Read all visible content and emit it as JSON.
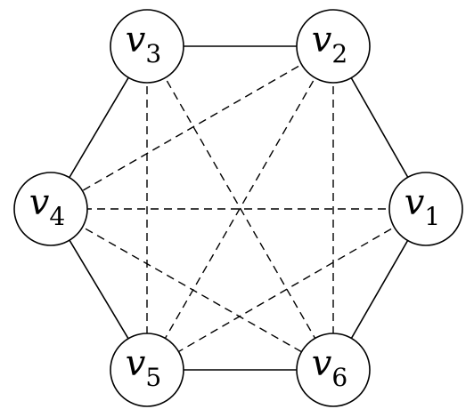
{
  "graph": {
    "nodes": [
      {
        "id": "v1",
        "letter": "v",
        "sub": "1"
      },
      {
        "id": "v2",
        "letter": "v",
        "sub": "2"
      },
      {
        "id": "v3",
        "letter": "v",
        "sub": "3"
      },
      {
        "id": "v4",
        "letter": "v",
        "sub": "4"
      },
      {
        "id": "v5",
        "letter": "v",
        "sub": "5"
      },
      {
        "id": "v6",
        "letter": "v",
        "sub": "6"
      }
    ],
    "edges": [
      {
        "from": "v1",
        "to": "v2",
        "style": "solid"
      },
      {
        "from": "v2",
        "to": "v3",
        "style": "solid"
      },
      {
        "from": "v3",
        "to": "v4",
        "style": "solid"
      },
      {
        "from": "v4",
        "to": "v5",
        "style": "solid"
      },
      {
        "from": "v5",
        "to": "v6",
        "style": "solid"
      },
      {
        "from": "v6",
        "to": "v1",
        "style": "solid"
      },
      {
        "from": "v1",
        "to": "v4",
        "style": "dashed"
      },
      {
        "from": "v1",
        "to": "v5",
        "style": "dashed"
      },
      {
        "from": "v2",
        "to": "v4",
        "style": "dashed"
      },
      {
        "from": "v2",
        "to": "v5",
        "style": "dashed"
      },
      {
        "from": "v2",
        "to": "v6",
        "style": "dashed"
      },
      {
        "from": "v3",
        "to": "v5",
        "style": "dashed"
      },
      {
        "from": "v3",
        "to": "v6",
        "style": "dashed"
      },
      {
        "from": "v4",
        "to": "v6",
        "style": "dashed"
      }
    ]
  }
}
